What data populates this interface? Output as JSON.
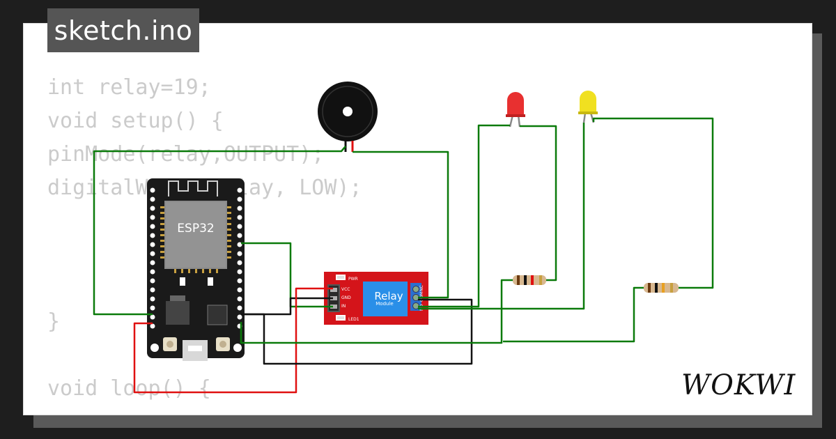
{
  "tab": {
    "title": "sketch.ino"
  },
  "code": {
    "lines": [
      "int relay=19;",
      "void setup() {",
      "pinMode(relay,OUTPUT);",
      "digitalWrite(relay, LOW);",
      "",
      "",
      "",
      "}",
      "",
      "void loop() {"
    ]
  },
  "esp32": {
    "chip_label": "ESP32"
  },
  "relay_module": {
    "title": "Relay",
    "subtitle": "Module",
    "pins": [
      "VCC",
      "GND",
      "IN"
    ],
    "pwr_label": "PWR",
    "led_label": "LED1",
    "terminals": [
      "NO",
      "COM",
      "NC"
    ]
  },
  "brand": {
    "name": "WOKWI"
  },
  "colors": {
    "wire_green": "#0a7a0a",
    "wire_black": "#111111",
    "wire_red": "#e01010",
    "relay_board": "#d4141a",
    "relay_block": "#2a8fe8",
    "esp_board": "#1a1a1a",
    "led_red": "#e83030",
    "led_yellow": "#f0e020"
  },
  "icons": [
    "buzzer-icon",
    "led-red-icon",
    "led-yellow-icon",
    "resistor-icon",
    "usb-port-icon",
    "wifi-antenna-icon"
  ]
}
